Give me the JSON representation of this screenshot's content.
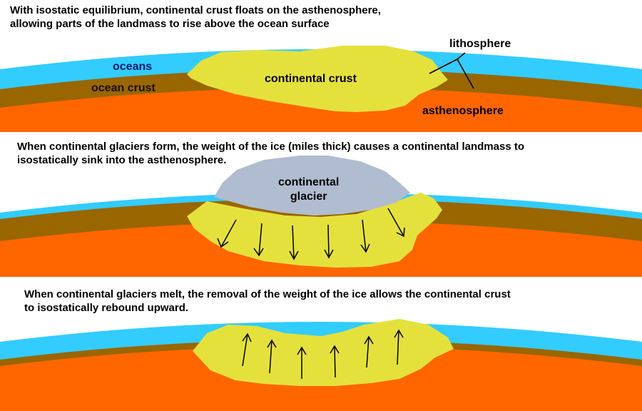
{
  "panel1": {
    "caption": "With isostatic equilibrium, continental crust floats on the asthenosphere,\nallowing parts of the landmass to rise above the ocean surface",
    "labels": {
      "oceans": "oceans",
      "ocean_crust": "ocean crust",
      "continental_crust": "continental crust",
      "lithosphere": "lithosphere",
      "asthenosphere": "asthenosphere"
    }
  },
  "panel2": {
    "caption": "When continental glaciers form, the weight of the ice (miles thick) causes a continental landmass to\nisostatically sink into the asthenosphere.",
    "labels": {
      "glacier": "continental\nglacier"
    }
  },
  "panel3": {
    "caption": "When continental glaciers melt, the removal of the weight of the ice allows the continental crust\nto isostatically rebound upward."
  },
  "colors": {
    "ocean": "#33ccff",
    "ocean_crust": "#996600",
    "asthenosphere": "#ff6600",
    "continental_crust": "#e5e13c",
    "glacier": "#b0bcd0"
  }
}
